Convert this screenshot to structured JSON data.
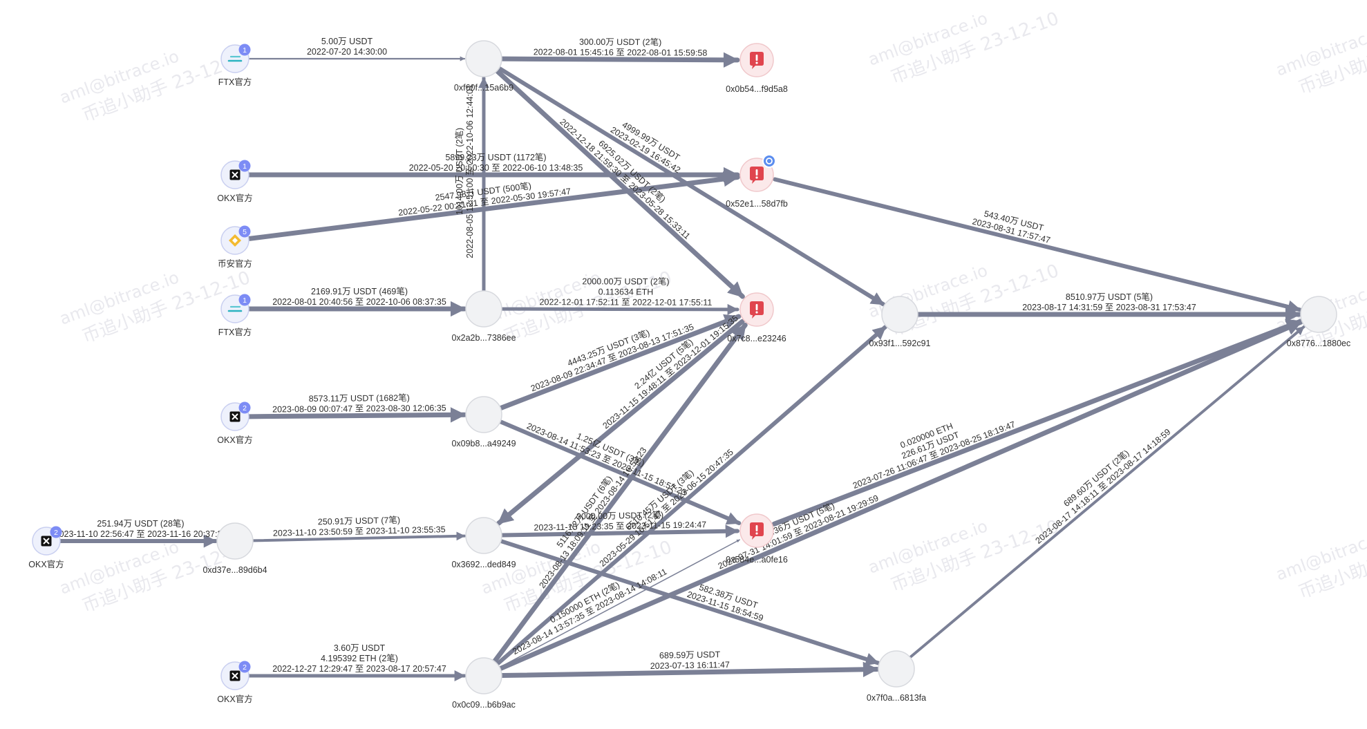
{
  "accent_colors": {
    "edge": "#7b8096",
    "node_fill": "#f1f2f4",
    "node_stroke": "#d7d9de",
    "risk": "#e0454e",
    "badge_blue": "#5b8def",
    "badge_exchange": "#7d8cf5"
  },
  "watermark": {
    "line1": "aml@bitrace.io",
    "line2": "币追小助手 23-12-10"
  },
  "nodes": [
    {
      "id": "ftx1",
      "label": "FTX官方",
      "kind": "exchange",
      "icon": "ftx-logo-icon",
      "badge": "1"
    },
    {
      "id": "okx1",
      "label": "OKX官方",
      "kind": "exchange",
      "icon": "okx-logo-icon",
      "badge": "1"
    },
    {
      "id": "bnb1",
      "label": "币安官方",
      "kind": "exchange",
      "icon": "binance-logo-icon",
      "badge": "5"
    },
    {
      "id": "ftx2",
      "label": "FTX官方",
      "kind": "exchange",
      "icon": "ftx-logo-icon",
      "badge": "1"
    },
    {
      "id": "okx2",
      "label": "OKX官方",
      "kind": "exchange",
      "icon": "okx-logo-icon",
      "badge": "2"
    },
    {
      "id": "okx3",
      "label": "OKX官方",
      "kind": "exchange",
      "icon": "okx-logo-icon",
      "badge": "2"
    },
    {
      "id": "okx4",
      "label": "OKX官方",
      "kind": "exchange",
      "icon": "okx-logo-icon",
      "badge": "2"
    },
    {
      "id": "a1",
      "label": "0xf60f...15a6b9",
      "kind": "address"
    },
    {
      "id": "a2",
      "label": "0x2a2b...7386ee",
      "kind": "address"
    },
    {
      "id": "a3",
      "label": "0x09b8...a49249",
      "kind": "address"
    },
    {
      "id": "a4",
      "label": "0x3692...ded849",
      "kind": "address"
    },
    {
      "id": "a5",
      "label": "0xd37e...89d6b4",
      "kind": "address"
    },
    {
      "id": "a6",
      "label": "0x0c09...b6b9ac",
      "kind": "address"
    },
    {
      "id": "r1",
      "label": "0x0b54...f9d5a8",
      "kind": "risk"
    },
    {
      "id": "r2",
      "label": "0x52e1...58d7fb",
      "kind": "risk",
      "extra_badge": "link-icon"
    },
    {
      "id": "r3",
      "label": "0x7c8...e23246",
      "kind": "risk"
    },
    {
      "id": "r4",
      "label": "0x584e...a0fe16",
      "kind": "risk"
    },
    {
      "id": "m1",
      "label": "0x93f1...592c91",
      "kind": "address"
    },
    {
      "id": "m2",
      "label": "0x7f0a...6813fa",
      "kind": "address"
    },
    {
      "id": "t1",
      "label": "0x8776...1880ec",
      "kind": "address"
    }
  ],
  "edges": [
    {
      "from": "ftx1",
      "to": "a1",
      "labels": [
        "5.00万 USDT",
        "2022-07-20 14:30:00"
      ]
    },
    {
      "from": "a1",
      "to": "r1",
      "labels": [
        "300.00万 USDT (2笔)",
        "2022-08-01 15:45:16 至 2022-08-01 15:59:58"
      ]
    },
    {
      "from": "okx1",
      "to": "r2",
      "labels": [
        "5899.23万 USDT (1172笔)",
        "2022-05-20 20:50:30 至 2022-06-10 13:48:35"
      ]
    },
    {
      "from": "bnb1",
      "to": "r2",
      "labels": [
        "2547.98万 USDT (500笔)",
        "2022-05-22 00:31:21 至 2022-05-30 19:57:47"
      ]
    },
    {
      "from": "a2",
      "to": "a1",
      "labels": [
        "1014.00万 USDT (2笔)",
        "2022-08-05 12:51:00 至 2022-10-06 12:44:01"
      ]
    },
    {
      "from": "a1",
      "to": "r3",
      "labels": [
        "6925.02万 USDT (2笔)",
        "2022-12-18 21:59:30 至 2023-05-28 15:33:11"
      ]
    },
    {
      "from": "a1",
      "to": "m1",
      "labels": [
        "4999.99万 USDT",
        "2023-02-19 16:45:42"
      ]
    },
    {
      "from": "r2",
      "to": "t1",
      "labels": [
        "543.40万 USDT",
        "2023-08-31 17:57:47"
      ]
    },
    {
      "from": "ftx2",
      "to": "a2",
      "labels": [
        "2169.91万 USDT (469笔)",
        "2022-08-01 20:40:56 至 2022-10-06 08:37:35"
      ]
    },
    {
      "from": "a2",
      "to": "r3",
      "labels": [
        "2000.00万 USDT (2笔)",
        "0.113634 ETH",
        "2022-12-01 17:52:11 至 2022-12-01 17:55:11"
      ]
    },
    {
      "from": "m1",
      "to": "t1",
      "labels": [
        "8510.97万 USDT (5笔)",
        "2023-08-17 14:31:59 至 2023-08-31 17:53:47"
      ]
    },
    {
      "from": "okx2",
      "to": "a3",
      "labels": [
        "8573.11万 USDT (1682笔)",
        "2023-08-09 00:07:47 至 2023-08-30 12:06:35"
      ]
    },
    {
      "from": "a3",
      "to": "r3",
      "labels": [
        "4443.25万 USDT (3笔)",
        "2023-08-09 22:34:47 至 2023-08-13 17:51:35"
      ]
    },
    {
      "from": "a3",
      "to": "r4",
      "labels": [
        "1.25亿 USDT (3笔)",
        "2023-08-14 11:53:23 至 2023-11-15 18:57:23"
      ]
    },
    {
      "from": "r3",
      "to": "a4",
      "labels": [
        "2.24亿 USDT (5笔)",
        "2023-11-15 19:48:11 至 2023-12-01 19:15:35"
      ]
    },
    {
      "from": "okx3",
      "to": "a5",
      "labels": [
        "251.94万 USDT (28笔)",
        "2023-11-10 22:56:47 至 2023-11-16 20:37:35"
      ]
    },
    {
      "from": "a5",
      "to": "a4",
      "labels": [
        "250.91万 USDT (7笔)",
        "2023-11-10 23:50:59 至 2023-11-10 23:55:35"
      ]
    },
    {
      "from": "a4",
      "to": "r4",
      "labels": [
        "3000.00万 USDT (2笔)",
        "2023-11-15 19:23:35 至 2023-11-15 19:24:47"
      ]
    },
    {
      "from": "a4",
      "to": "m2",
      "labels": [
        "582.38万 USDT",
        "2023-11-15 18:54:59"
      ]
    },
    {
      "from": "a6",
      "to": "r3",
      "labels": [
        "5116.72万 USDT (6笔)",
        "2023-08-13 18:09:11 至 2023-08-14 16:53:23"
      ]
    },
    {
      "from": "a6",
      "to": "m1",
      "labels": [
        "6510.45万 USDT (3笔)",
        "2023-05-29 16:51:47 至 2023-06-15 20:47:35"
      ]
    },
    {
      "from": "r4",
      "to": "t1",
      "labels": [
        "0.020000 ETH",
        "226.61万 USDT",
        "2023-07-26 11:06:47 至 2023-08-25 18:19:47"
      ]
    },
    {
      "from": "a6",
      "to": "t1",
      "labels": [
        "5174.36万 USDT (5笔)",
        "2023-07-31 14:01:59 至 2023-08-21 19:29:59"
      ]
    },
    {
      "from": "m2",
      "to": "t1",
      "labels": [
        "689.60万 USDT (2笔)",
        "2023-08-17 14:18:11 至 2023-08-17 14:18:59"
      ]
    },
    {
      "from": "a6",
      "to": "r4",
      "labels": [
        "0.150000 ETH (2笔)",
        "2023-08-14 13:57:35 至 2023-08-14 14:08:11"
      ]
    },
    {
      "from": "okx4",
      "to": "a6",
      "labels": [
        "3.60万 USDT",
        "4.195392 ETH (2笔)",
        "2022-12-27 12:29:47 至 2023-08-17 20:57:47"
      ]
    },
    {
      "from": "a6",
      "to": "m2",
      "labels": [
        "689.59万 USDT",
        "2023-07-13 16:11:47"
      ]
    }
  ]
}
